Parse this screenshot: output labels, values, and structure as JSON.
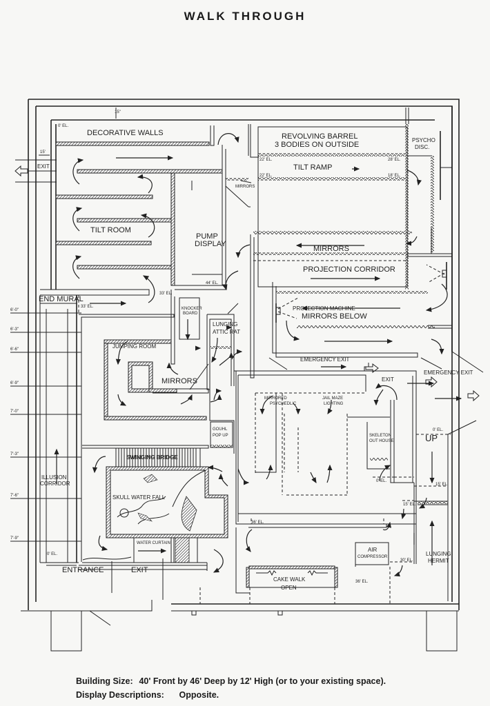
{
  "title": "WALK THROUGH",
  "rooms": {
    "decorative_walls": "DECORATIVE WALLS",
    "revolving_barrel": [
      "REVOLVING BARREL",
      "3 BODIES ON OUTSIDE"
    ],
    "psycho_disc": [
      "PSYCHO",
      "DISC."
    ],
    "tilt_ramp": "TILT RAMP",
    "tilt_room": "TILT ROOM",
    "pump_display": [
      "PUMP",
      "DISPLAY"
    ],
    "mirrors_top": "MIRRORS",
    "mirrors_corridor": "MIRRORS",
    "projection_corridor": "PROJECTION CORRIDOR",
    "projection_machine": [
      "PROJECTION MACHINE",
      "MIRRORS BELOW"
    ],
    "end_mural": "END MURAL",
    "knocker_board": [
      "KNOCKER",
      "BOARD"
    ],
    "lunging_attic_rat": [
      "LUNGING",
      "ATTIC RAT"
    ],
    "jumping_room": "JUMPING ROOM",
    "mirrors_jumping": "MIRRORS",
    "emergency_exit_1": "EMERGENCY EXIT",
    "emergency_exit_2": "EMERGENCY EXIT",
    "exit_maze": "EXIT",
    "exit_left": "EXIT",
    "mirrored_psychedelic": [
      "MIRRORED",
      "PSYCHEDLIC"
    ],
    "jail_maze": [
      "JAIL MAZE",
      "LIGHTING"
    ],
    "skeleton_out_house": [
      "SKELETON",
      "OUT HOUSE"
    ],
    "up": "UP",
    "gouhl_pop_up": [
      "GOUHL",
      "POP UP"
    ],
    "swinging_bridge": "SWINGING BRIDGE",
    "skull_water_fall": "SKULL WATER FALL",
    "illusion_corridor": [
      "ILLUSION",
      "CORRIDOR"
    ],
    "water_curtain": "WATER CURTAIN",
    "air_compressor": [
      "AIR",
      "COMPRESSOR"
    ],
    "lunging_hermit": [
      "LUNGING",
      "HERMIT"
    ],
    "cake_walk": "CAKE WALK",
    "open": "OPEN",
    "entrance": "ENTRANCE",
    "exit_bottom": "EXIT"
  },
  "dimensions": {
    "top_gap": "15\"",
    "left_gap": "15'"
  },
  "elevations": {
    "el_0_top": "0' EL.",
    "el_22_a": "22' EL.",
    "el_22_b": "22' EL.",
    "el_28": "28' EL.",
    "el_18": "18' EL.",
    "el_44": "44' EL.",
    "el_33_a": "33' EL.",
    "el_33_b": "33' EL.",
    "el_0_right": "0' EL.",
    "el_0_mid": "0' EL.",
    "el_15_a": "15' EL.",
    "el_15_b": "15' EL.",
    "el_36": "36' EL.",
    "el_30": "30' EL.",
    "el_36_b": "36' EL.",
    "el_0_bottom": "0' EL."
  },
  "height_scale": [
    "6'-0\"",
    "6'-3\"",
    "6'-6\"",
    "6'-9\"",
    "7'-0\"",
    "7'-3\"",
    "7'-6\"",
    "7'-9\""
  ],
  "footer": {
    "building_size_label": "Building Size:",
    "building_size_value": "40' Front by 46' Deep by 12' High (or to your existing space).",
    "display_desc_label": "Display Descriptions:",
    "display_desc_value": "Opposite."
  }
}
